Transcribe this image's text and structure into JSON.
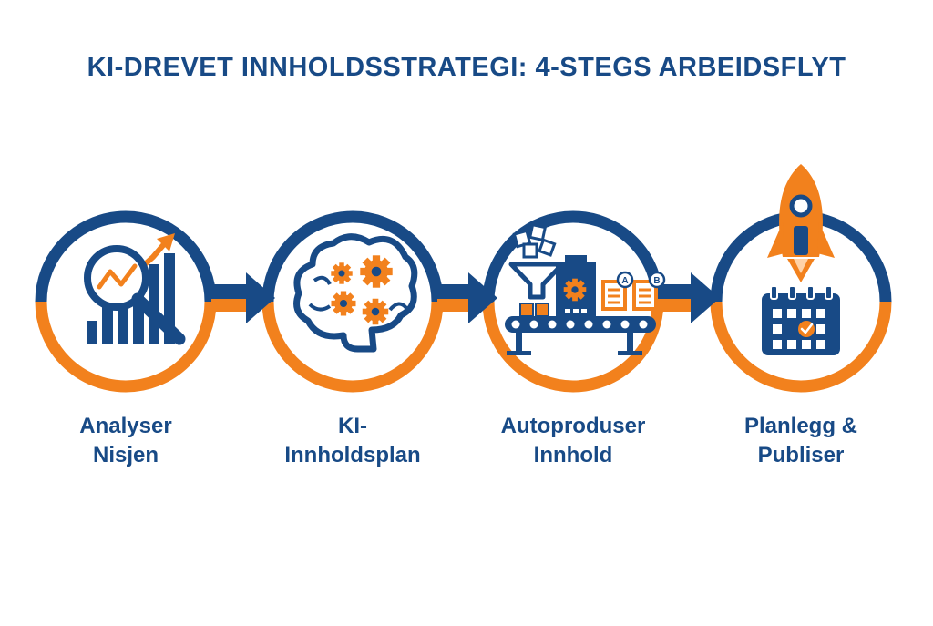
{
  "title": "KI-DREVET INNHOLDSSTRATEGI: 4-STEGS ARBEIDSFLYT",
  "colors": {
    "blue": "#184a86",
    "orange": "#f2811d",
    "background": "#ffffff"
  },
  "steps": [
    {
      "label_line1": "Analyser",
      "label_line2": "Nisjen",
      "icon": "magnifier-chart-icon"
    },
    {
      "label_line1": "KI-",
      "label_line2": "Innholdsplan",
      "icon": "brain-gears-icon"
    },
    {
      "label_line1": "Autoproduser",
      "label_line2": "Innhold",
      "icon": "factory-conveyor-icon"
    },
    {
      "label_line1": "Planlegg &",
      "label_line2": "Publiser",
      "icon": "rocket-calendar-icon"
    }
  ],
  "factory_badges": [
    "A",
    "B"
  ]
}
